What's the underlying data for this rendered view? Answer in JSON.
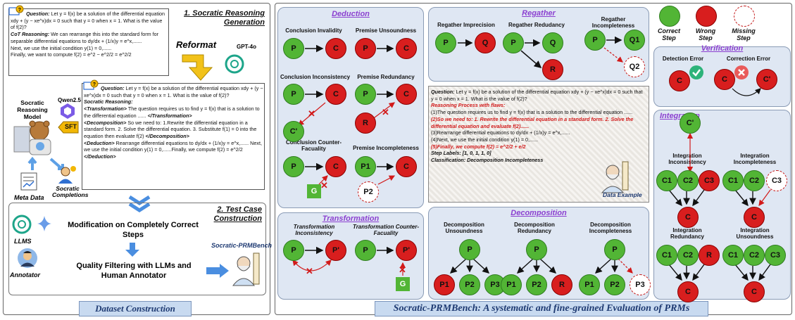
{
  "left": {
    "section1_title": "1. Socratic Reasoning Generation",
    "reformat": "Reformat",
    "gpt": "GPT-4o",
    "qwen": "Qwen2.5",
    "sft": "SFT",
    "socratic_model": "Socratic Reasoning Model",
    "meta_data": "Meta Data",
    "socratic_completions": "Socratic Completions",
    "box1": {
      "q_label": "Question:",
      "q_text": "Let y = f(x) be a solution of the differential equation xdy + (y − xe^x)dx = 0 such that y = 0 when x = 1. What is the value of f(2)?",
      "cot_label": "CoT Reasoning:",
      "cot_text": "We can rearrange this into the standard form for separable differential equations to dy/dx + (1/x)y = e^x,......",
      "line3": "Next, we use the initial condition y(1) = 0,......",
      "line4": "Finally, we want to compute f(2) = e^2 − e^2/2 = e^2/2"
    },
    "box2": {
      "q_label": "Question:",
      "q_text": "Let y = f(x) be a solution of the differential equation xdy + (y − xe^x)dx = 0 such that y = 0 when x = 1. What is the value of f(2)?",
      "sr_label": "Socratic Reasoning:",
      "t_open": "<Transformation>",
      "t_text": "The question requires us to find y = f(x) that is a solution to the differential equation ......",
      "t_close": "</Transformation>",
      "d_open": "<Decomposition>",
      "d_text": "So we need to: 1.Rewrite the differential equation in a standard form. 2. Solve the differential equation. 3. Substitute f(1) = 0 into the equation then evaluate f(2)",
      "d_close": "</Decomposition>",
      "de_open": "<Deduction>",
      "de_text": "Rearrange differential equations to dy/dx + (1/x)y = e^x,...... Next, we use the initial condition y(1) = 0,......Finally, we compute f(2) = e^2/2",
      "de_close": "</Deduction>"
    },
    "section2_title": "2. Test Case Construction",
    "llms": "LLMS",
    "annotator": "Annotator",
    "step1": "Modification on Completely Correct Steps",
    "step2": "Quality Filtering with LLMs and Human Annotator",
    "bench_name": "Socratic-PRMBench",
    "bottom": "Dataset Construction"
  },
  "right": {
    "bottom": "Socratic-PRMBench: A systematic and fine-grained Evaluation of PRMs",
    "deduction": {
      "title": "Deduction",
      "subs": [
        "Conclusion Invalidity",
        "Premise Unsoundness",
        "Conclusion Inconsistency",
        "Premise Redundancy",
        "Conclusion Counter-Facuality",
        "Premise Incompleteness"
      ]
    },
    "regather": {
      "title": "Regather",
      "subs": [
        "Regather Imprecision",
        "Regather Redudancy",
        "Regather Incompleteness"
      ]
    },
    "legend": {
      "correct": "Correct Step",
      "wrong": "Wrong Step",
      "missing": "Missing Step"
    },
    "verification": {
      "title": "Verification",
      "subs": [
        "Detection Error",
        "Correction Error"
      ]
    },
    "example": {
      "q_label": "Question:",
      "q_text": "Let y = f(x) be a solution of the differential equation xdy + (y − xe^x)dx = 0 such that y = 0 when x = 1. What is the value of f(2)?",
      "rp": "Reasoning Process with flaws:",
      "s1": "(1)The question requires us to find y = f(x) that is a solution to the differential equation ......",
      "s2": "(2)So we need to: 1. Rewrite the differential equation in a standard form. 2. Solve the differential equation and evaluate f(2)......",
      "s3": "(3)Rearrange differential equations to dy/dx + (1/x)y = e^x,......",
      "s4": "(4)Next, we use the initial condition y(1) = 0,......",
      "s5": "(5)Finally, we compute f(2) = e^2/2 + e/2",
      "labels": "Step Labels: [1, 0, 1, 1, 0]",
      "classification": "Classification: Decomposition Incompleteness",
      "tag": "Data Example"
    },
    "integration": {
      "title": "Integration",
      "subs": [
        "Integration Inconsistency",
        "Integration Incompleteness",
        "Integration Redundancy",
        "Integration Unsoundness"
      ]
    },
    "transformation": {
      "title": "Transformation",
      "subs": [
        "Transformation Inconsistency",
        "Transformation Counter-Facuality"
      ]
    },
    "decomposition": {
      "title": "Decomposition",
      "subs": [
        "Decomposition Unsoundness",
        "Decomposition Redundancy",
        "Decomposition Incompleteness"
      ]
    }
  },
  "nodes": {
    "P": "P",
    "C": "C",
    "C1": "C1",
    "C2": "C2",
    "C3": "C3",
    "Cp": "C'",
    "Pp": "P'",
    "Q": "Q",
    "Q1": "Q1",
    "Q2": "Q2",
    "R": "R",
    "G": "G",
    "P1": "P1",
    "P2": "P2",
    "P3": "P3"
  }
}
